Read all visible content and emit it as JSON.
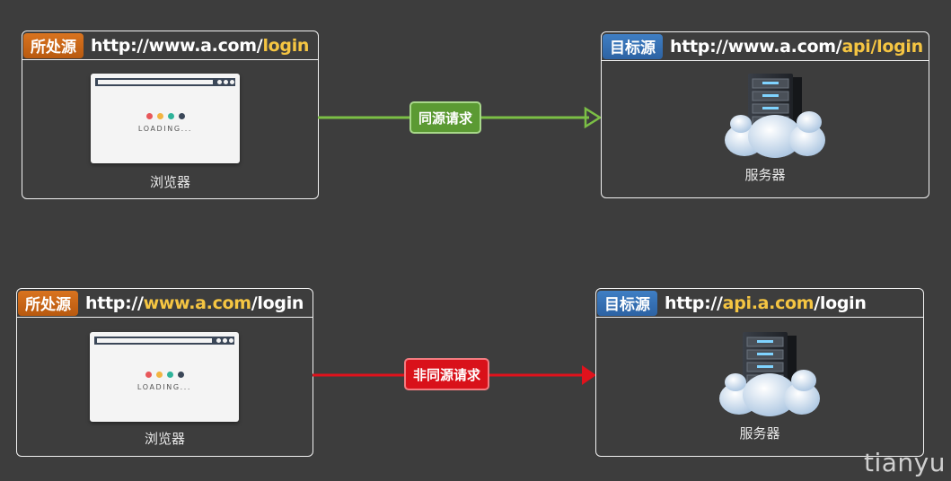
{
  "colors": {
    "background": "#3d3d3d",
    "source_tag": "#c8661a",
    "target_tag": "#3470b5",
    "highlight": "#f5c542",
    "same_origin_arrow": "#7bbf45",
    "cross_origin_arrow": "#e0121c"
  },
  "top": {
    "source": {
      "tag": "所处源",
      "url_parts": [
        "http://www.a.com/",
        "login"
      ],
      "caption": "浏览器",
      "loading": "LOADING..."
    },
    "request_label": "同源请求",
    "target": {
      "tag": "目标源",
      "url_parts": [
        "http://www.a.com/",
        "api/login"
      ],
      "caption": "服务器"
    }
  },
  "bottom": {
    "source": {
      "tag": "所处源",
      "url_parts": [
        "http://",
        "www.a.com",
        "/login"
      ],
      "caption": "浏览器",
      "loading": "LOADING..."
    },
    "request_label": "非同源请求",
    "target": {
      "tag": "目标源",
      "url_parts": [
        "http://",
        "api.a.com",
        "/login"
      ],
      "caption": "服务器"
    }
  },
  "icons": {
    "browser": "browser-window-icon",
    "server": "server-cloud-icon"
  },
  "watermark": "tianyu"
}
